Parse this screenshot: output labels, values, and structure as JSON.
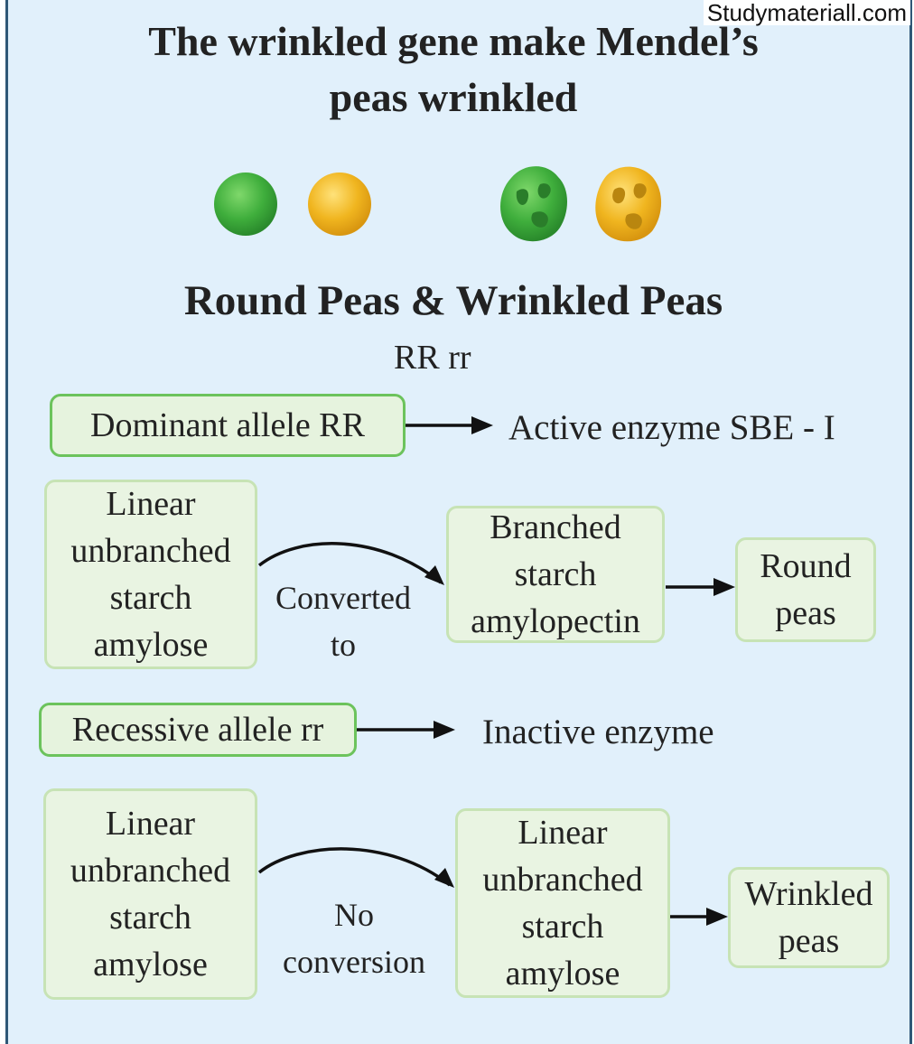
{
  "watermark": "Studymateriall.com",
  "title": {
    "line1": "The wrinkled gene make Mendel’s",
    "line2": "peas wrinkled"
  },
  "peas": [
    {
      "shape": "round",
      "color": "green"
    },
    {
      "shape": "round",
      "color": "yellow"
    },
    {
      "shape": "wrinkled",
      "color": "green"
    },
    {
      "shape": "wrinkled",
      "color": "yellow"
    }
  ],
  "heading": "Round Peas  &  Wrinkled Peas",
  "genotypes": "RR rr",
  "dominant": {
    "allele": "Dominant allele RR",
    "result": "Active enzyme SBE - I",
    "start": [
      "Linear",
      "unbranched",
      "starch",
      "amylose"
    ],
    "caption": [
      "Converted",
      "to"
    ],
    "middle": [
      "Branched",
      "starch",
      "amylopectin"
    ],
    "end": [
      "Round",
      "peas"
    ]
  },
  "recessive": {
    "allele": "Recessive allele rr",
    "result": "Inactive enzyme",
    "start": [
      "Linear",
      "unbranched",
      "starch",
      "amylose"
    ],
    "caption": [
      "No",
      "conversion"
    ],
    "middle": [
      "Linear",
      "unbranched",
      "starch",
      "amylose"
    ],
    "end": [
      "Wrinkled",
      "peas"
    ]
  },
  "colors": {
    "panel_bg": "#e1f0fb",
    "panel_border": "#2f5877",
    "box_fill": "#e9f4e2",
    "box_border_light": "#c7e3b5",
    "box_border_strong": "#6cc35c",
    "pea_green": "#3fae3c",
    "pea_yellow": "#f0b51f"
  }
}
